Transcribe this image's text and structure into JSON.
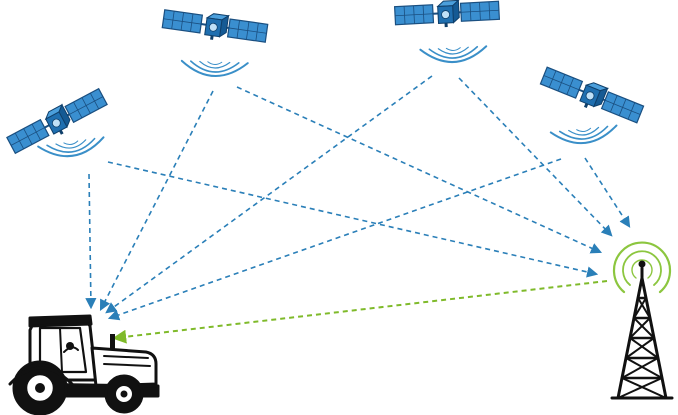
{
  "diagram": {
    "elements": [
      {
        "id": "sat-1",
        "kind": "satellite"
      },
      {
        "id": "sat-2",
        "kind": "satellite"
      },
      {
        "id": "sat-3",
        "kind": "satellite"
      },
      {
        "id": "sat-4",
        "kind": "satellite"
      },
      {
        "id": "tractor",
        "kind": "receiver"
      },
      {
        "id": "tower",
        "kind": "base-station"
      }
    ],
    "links": [
      {
        "from": "sat-1",
        "to": "tractor",
        "kind": "satellite-signal"
      },
      {
        "from": "sat-1",
        "to": "tower",
        "kind": "satellite-signal"
      },
      {
        "from": "sat-2",
        "to": "tractor",
        "kind": "satellite-signal"
      },
      {
        "from": "sat-2",
        "to": "tower",
        "kind": "satellite-signal"
      },
      {
        "from": "sat-3",
        "to": "tractor",
        "kind": "satellite-signal"
      },
      {
        "from": "sat-3",
        "to": "tower",
        "kind": "satellite-signal"
      },
      {
        "from": "sat-4",
        "to": "tractor",
        "kind": "satellite-signal"
      },
      {
        "from": "sat-4",
        "to": "tower",
        "kind": "satellite-signal"
      },
      {
        "from": "tower",
        "to": "tractor",
        "kind": "correction-signal"
      }
    ]
  },
  "colors": {
    "satellite_link": "#2a7fb8",
    "correction_link": "#7fba2a",
    "satellite_body": "#1f6fb0",
    "solar_panel": "#3a8fd0",
    "solar_panel_edge": "#1a4f80",
    "signal_wave": "#3a8fc8",
    "tower_wave": "#8cc63f",
    "tower_structure": "#111111",
    "tractor_outline": "#111111"
  },
  "icons": {
    "satellite": "satellite-icon",
    "tractor": "tractor-icon",
    "tower": "radio-tower-icon"
  }
}
